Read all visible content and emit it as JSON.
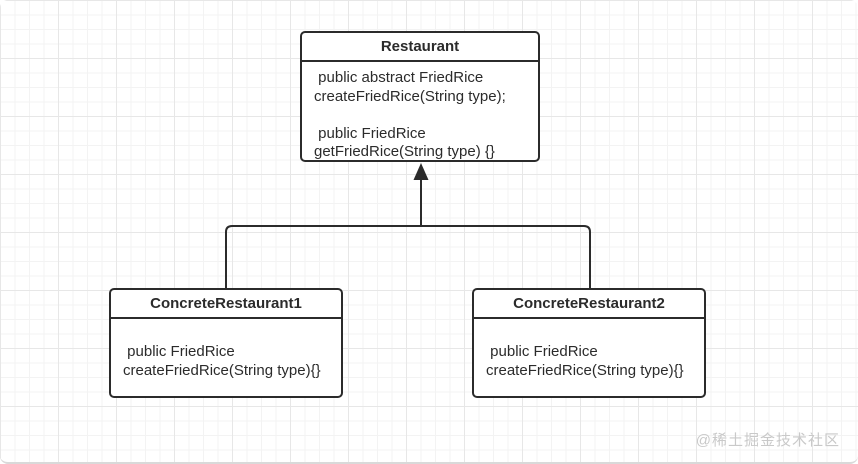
{
  "diagram": {
    "type": "uml-class-diagram",
    "classes": [
      {
        "id": "restaurant",
        "name": "Restaurant",
        "methods": " public abstract FriedRice\ncreateFriedRice(String type);\n\n public FriedRice\ngetFriedRice(String type) {}"
      },
      {
        "id": "concrete-restaurant-1",
        "name": "ConcreteRestaurant1",
        "methods": " public FriedRice\ncreateFriedRice(String type){}"
      },
      {
        "id": "concrete-restaurant-2",
        "name": "ConcreteRestaurant2",
        "methods": " public FriedRice\ncreateFriedRice(String type){}"
      }
    ],
    "relations": [
      {
        "type": "inheritance",
        "from": "ConcreteRestaurant1",
        "to": "Restaurant"
      },
      {
        "type": "inheritance",
        "from": "ConcreteRestaurant2",
        "to": "Restaurant"
      }
    ],
    "colors": {
      "box_border": "#2b2b2b",
      "text": "#2b2b2b",
      "grid_minor": "#f3f3f3",
      "grid_major": "#e7e7e7",
      "background": "#ffffff",
      "watermark": "#c9c9c9"
    }
  },
  "watermark": {
    "text": "@稀土掘金技术社区"
  }
}
